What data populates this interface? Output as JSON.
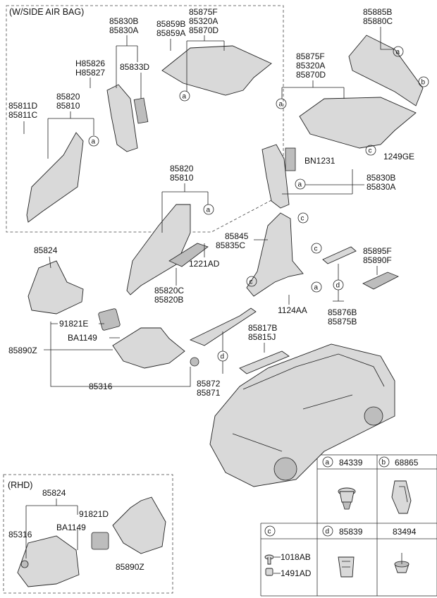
{
  "sections": {
    "side_airbag": "(W/SIDE AIR BAG)",
    "rhd": "(RHD)"
  },
  "labels": {
    "p85830B_A_top": [
      "85830B",
      "85830A"
    ],
    "p85859": [
      "85859B",
      "85859A"
    ],
    "p85875F_top": [
      "85875F",
      "85320A",
      "85870D"
    ],
    "p85885": [
      "85885B",
      "85880C"
    ],
    "pH85826": [
      "H85826",
      "H85827"
    ],
    "p85833D": [
      "85833D"
    ],
    "p85820_top": [
      "85820",
      "85810"
    ],
    "p85811": [
      "85811D",
      "85811C"
    ],
    "p85875F_right": [
      "85875F",
      "85320A",
      "85870D"
    ],
    "p1249GE": [
      "1249GE"
    ],
    "pBN1231": [
      "BN1231"
    ],
    "p85830B_right": [
      "85830B",
      "85830A"
    ],
    "p85820_mid": [
      "85820",
      "85810"
    ],
    "p85845": [
      "85845",
      "85835C"
    ],
    "p85824": [
      "85824"
    ],
    "p1221AD": [
      "1221AD"
    ],
    "p85895F": [
      "85895F",
      "85890F"
    ],
    "p85820C": [
      "85820C",
      "85820B"
    ],
    "p1124AA": [
      "1124AA"
    ],
    "p85876B": [
      "85876B",
      "85875B"
    ],
    "p91821E": [
      "91821E"
    ],
    "pBA1149": [
      "BA1149"
    ],
    "p85890Z": [
      "85890Z"
    ],
    "p85817B": [
      "85817B",
      "85815J"
    ],
    "p85316": [
      "85316"
    ],
    "p85872": [
      "85872",
      "85871"
    ],
    "rhd_85824": [
      "85824"
    ],
    "rhd_91821D": [
      "91821D"
    ],
    "rhd_85316": [
      "85316"
    ],
    "rhd_BA1149": [
      "BA1149"
    ],
    "rhd_85890Z": [
      "85890Z"
    ]
  },
  "callouts": [
    "a",
    "b",
    "c",
    "d"
  ],
  "legend": {
    "a_part": "84339",
    "b_part": "68865",
    "d_part": "85839",
    "extra_part": "83494",
    "c_parts": [
      "1018AB",
      "1491AD"
    ]
  }
}
